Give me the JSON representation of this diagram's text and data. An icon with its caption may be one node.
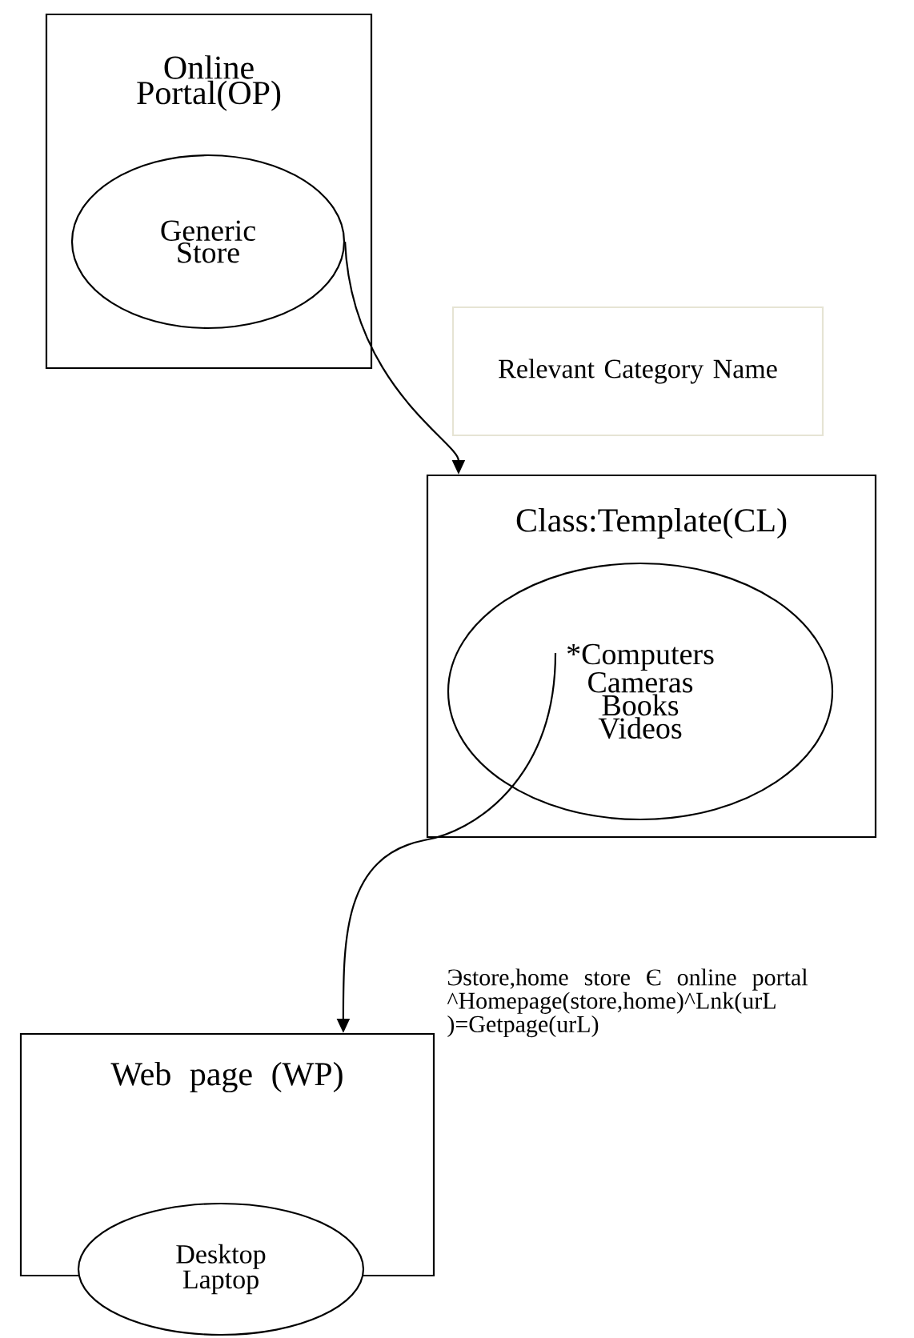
{
  "diagram": {
    "nodes": [
      {
        "text": [
          "Online Portal(OP)"
        ]
      },
      {
        "text": [
          "Generic Store"
        ],
        "in": 0
      },
      {
        "text": [
          "Relevant Category Name"
        ]
      },
      {
        "text": [
          "Class:Template(CL)"
        ]
      },
      {
        "text": [
          "*Computers Cameras Books Videos"
        ],
        "in": 3
      },
      {
        "text": [
          "Web page (WP)"
        ]
      },
      {
        "text": [
          "Desktop Laptop"
        ]
      }
    ],
    "edges": [
      {
        "from": 1,
        "to": 3,
        "arrow": "to"
      },
      {
        "from": 4,
        "to": 5,
        "arrow": "to"
      }
    ],
    "labels": [
      "Эstore,home store Є online portal ^Homepage(store,home)^Lnk(urL )=Getpage(urL)"
    ]
  }
}
